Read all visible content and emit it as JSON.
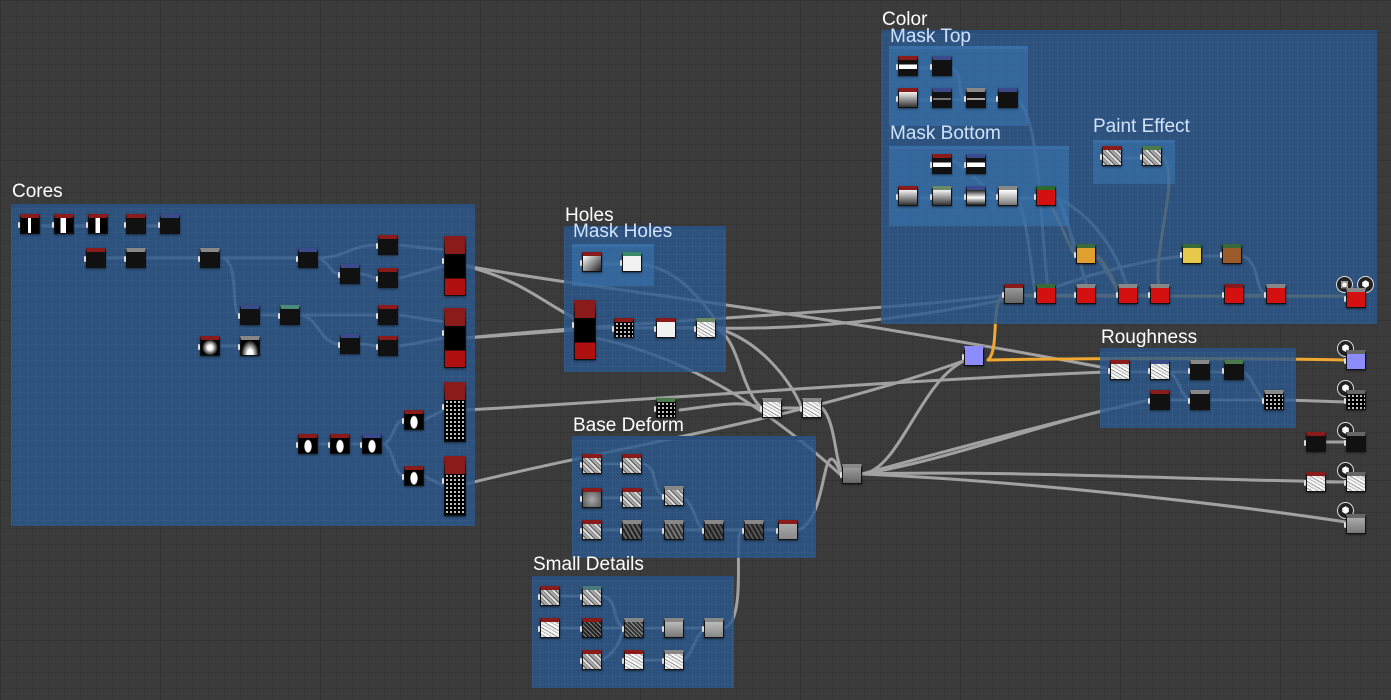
{
  "frames": {
    "cores": "Cores",
    "holes": "Holes",
    "mask_holes": "Mask Holes",
    "color": "Color",
    "mask_top": "Mask Top",
    "mask_bottom": "Mask Bottom",
    "paint_effect": "Paint Effect",
    "roughness": "Roughness",
    "base_deform": "Base Deform",
    "small_details": "Small Details"
  },
  "colors": {
    "frame": "#2a588c",
    "wire": "#b4b4b4",
    "wire_highlight": "#f0a830",
    "background": "#3b3b3b"
  },
  "icons": {
    "output": "output-node-icon"
  }
}
